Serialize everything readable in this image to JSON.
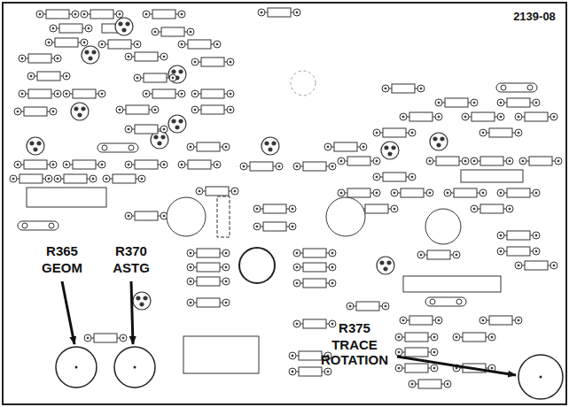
{
  "diagram": {
    "labels": [
      "2139-08",
      "R365",
      "GEOM",
      "R370",
      "ASTG",
      "R375",
      "TRACE ROTATION"
    ]
  }
}
